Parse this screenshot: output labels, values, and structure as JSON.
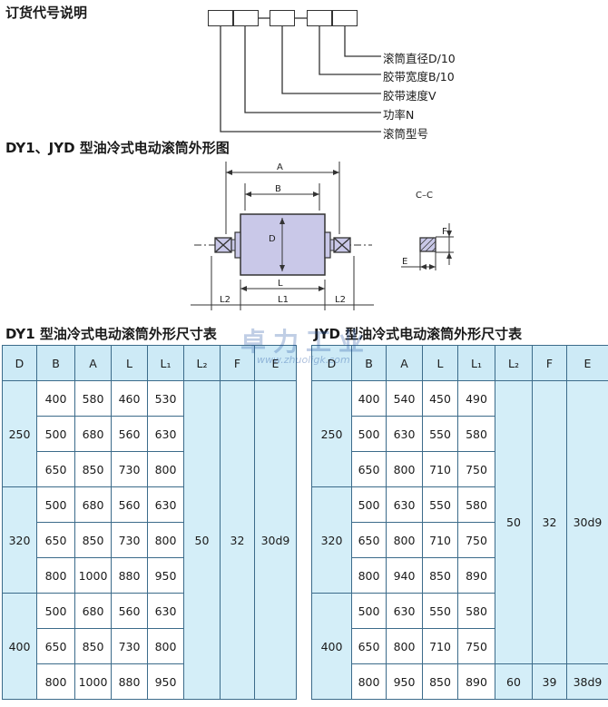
{
  "order_code": {
    "title": "订货代号说明",
    "labels": [
      "滚筒直径D/10",
      "胶带宽度B/10",
      "胶带速度V",
      "功率N",
      "滚筒型号"
    ]
  },
  "figure": {
    "title": "DY1、JYD 型油冷式电动滚筒外形图",
    "dims": {
      "A": "A",
      "B": "B",
      "D": "D",
      "L": "L",
      "L1": "L1",
      "L2": "L2"
    },
    "section": {
      "title": "C–C",
      "F": "F",
      "E": "E"
    }
  },
  "watermark": {
    "main": "卓力工业",
    "sub": "www.zhuoligk.com"
  },
  "tables": [
    {
      "title": "DY1 型油冷式电动滚筒外形尺寸表",
      "headers": [
        "D",
        "B",
        "A",
        "L",
        "L₁",
        "L₂",
        "F",
        "E"
      ],
      "groups": [
        {
          "D": "250",
          "rows": [
            [
              "400",
              "580",
              "460",
              "530"
            ],
            [
              "500",
              "680",
              "560",
              "630"
            ],
            [
              "650",
              "850",
              "730",
              "800"
            ]
          ]
        },
        {
          "D": "320",
          "rows": [
            [
              "500",
              "680",
              "560",
              "630"
            ],
            [
              "650",
              "850",
              "730",
              "800"
            ],
            [
              "800",
              "1000",
              "880",
              "950"
            ]
          ]
        },
        {
          "D": "400",
          "rows": [
            [
              "500",
              "680",
              "560",
              "630"
            ],
            [
              "650",
              "850",
              "730",
              "800"
            ],
            [
              "800",
              "1000",
              "880",
              "950"
            ]
          ]
        }
      ],
      "shared": {
        "L2": "50",
        "F": "32",
        "E": "30d9"
      }
    },
    {
      "title": "JYD 型油冷式电动滚筒外形尺寸表",
      "headers": [
        "D",
        "B",
        "A",
        "L",
        "L₁",
        "L₂",
        "F",
        "E"
      ],
      "groups": [
        {
          "D": "250",
          "rows": [
            [
              "400",
              "540",
              "450",
              "490"
            ],
            [
              "500",
              "630",
              "550",
              "580"
            ],
            [
              "650",
              "800",
              "710",
              "750"
            ]
          ]
        },
        {
          "D": "320",
          "rows": [
            [
              "500",
              "630",
              "550",
              "580"
            ],
            [
              "650",
              "800",
              "710",
              "750"
            ],
            [
              "800",
              "940",
              "850",
              "890"
            ]
          ]
        },
        {
          "D": "400",
          "rows": [
            [
              "500",
              "630",
              "550",
              "580"
            ],
            [
              "650",
              "800",
              "710",
              "750"
            ],
            [
              "800",
              "950",
              "850",
              "890"
            ]
          ]
        }
      ],
      "shared": {
        "L2": "50",
        "F": "32",
        "E": "30d9"
      },
      "last_row_extra": {
        "L2": "60",
        "F": "39",
        "E": "38d9"
      }
    }
  ]
}
